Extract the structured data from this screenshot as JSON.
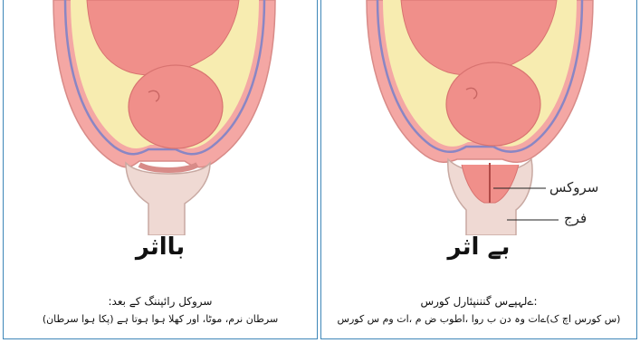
{
  "effective": {
    "title": "بااثر",
    "caption_line1": "سروکل رائپننگ کے بعد:",
    "caption_line2": "سرطان نرم، موٹا، اور کھلا ہوا ہوتا ہے (پکا ہوا سرطان)"
  },
  "ineffective": {
    "title": "بے اثر",
    "caption_line1": ":ےلہپےس گنننپئارل کورس",
    "caption_line2": "(س کورس اچ ک)ےات وہ دن ب روا ،اطوب ض م ،ات وم س کورس",
    "label_cervix": "سروکس",
    "label_vagina": "فرج"
  },
  "colors": {
    "border": "#3e86b8",
    "uterus_outer": "#f4a7a4",
    "uterus_inner": "#f7ecb0",
    "baby": "#f08f8a",
    "cervix": "#e8d5d0"
  }
}
